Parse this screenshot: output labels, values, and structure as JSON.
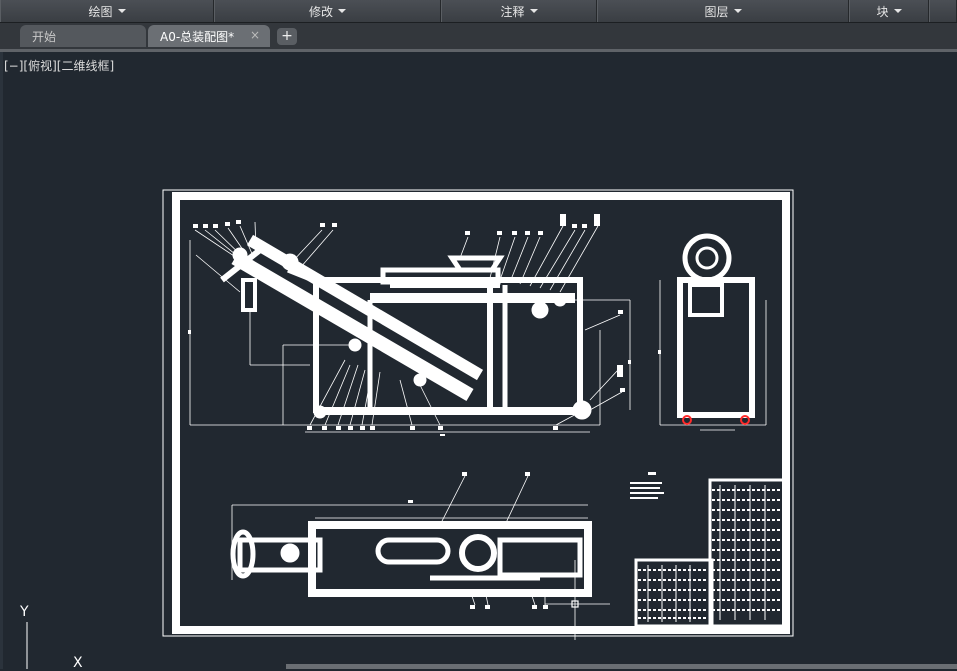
{
  "ribbon": {
    "panels": [
      {
        "label": "绘图"
      },
      {
        "label": "修改"
      },
      {
        "label": "注释"
      },
      {
        "label": "图层"
      },
      {
        "label": "块"
      }
    ]
  },
  "tabs": {
    "start_label": "开始",
    "active_label": "A0-总装配图*",
    "close_glyph": "×",
    "add_glyph": "+"
  },
  "viewport": {
    "label": "[−][俯视][二维线框]"
  },
  "ucs": {
    "y_label": "Y",
    "x_label": "X"
  },
  "colors": {
    "background": "#212830",
    "linework": "#ffffff",
    "accent_red": "#ff2a2a"
  }
}
